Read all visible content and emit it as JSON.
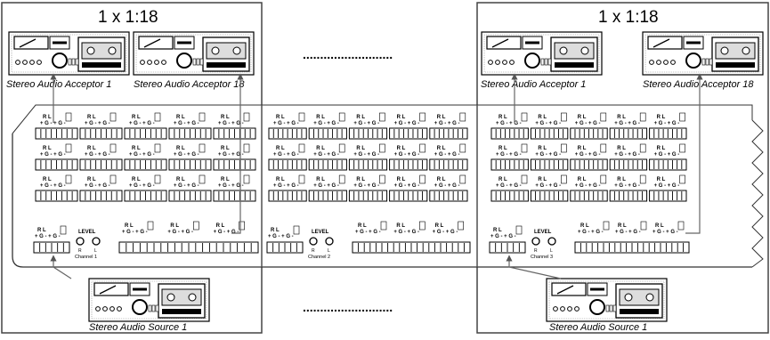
{
  "diagram": {
    "left_group": {
      "ratio_label": "1 x 1:18",
      "acceptor_first": "Stereo Audio Acceptor 1",
      "acceptor_last": "Stereo Audio Acceptor 18",
      "source": "Stereo Audio Source 1"
    },
    "right_group": {
      "ratio_label": "1 x 1:18",
      "acceptor_first": "Stereo Audio Acceptor 1",
      "acceptor_last": "Stereo Audio Acceptor 18",
      "source": "Stereo Audio Source 1"
    },
    "ellipsis": "..........................",
    "panel": {
      "level_label": "LEVEL",
      "channels": [
        "Channel 1",
        "Channel 2",
        "Channel 3"
      ],
      "led_r": "R",
      "led_l": "L",
      "pin_label_top": "R L",
      "pin_label_bottom": "+ G - + G -"
    }
  }
}
